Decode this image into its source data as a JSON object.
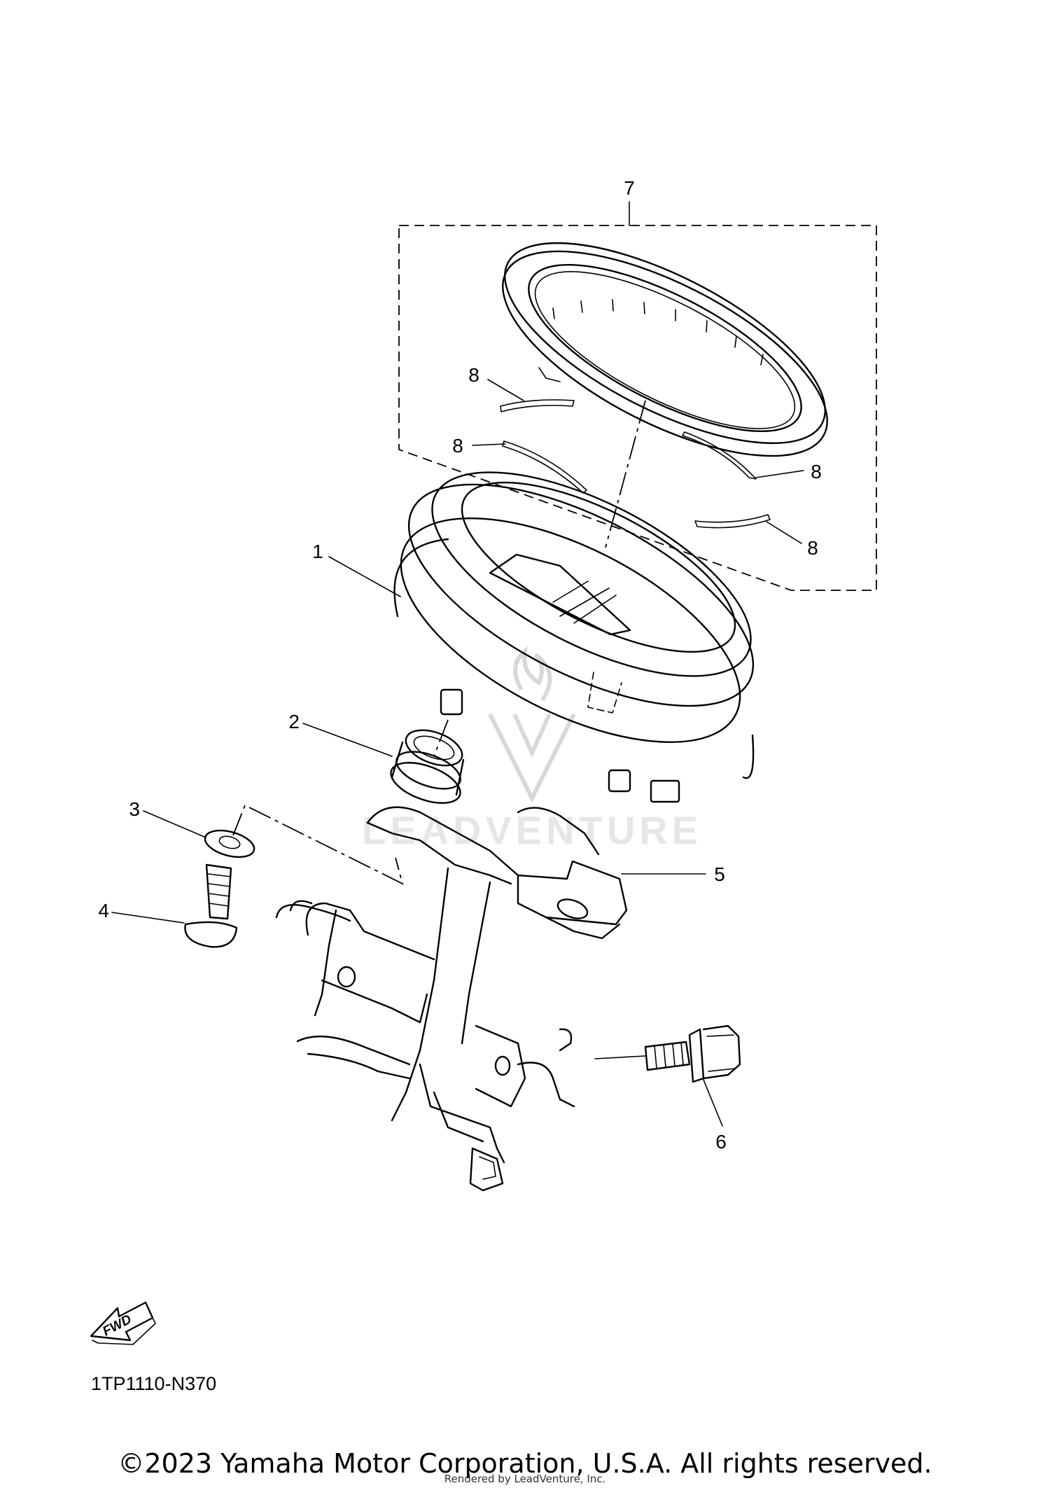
{
  "diagram_code": "1TP1110-N370",
  "fwd_label": "FWD",
  "copyright": "©2023 Yamaha Motor Corporation, U.S.A. All rights reserved.",
  "rendered_by": "Rendered by LeadVenture, Inc.",
  "watermark": "LEADVENTURE",
  "callouts": {
    "c1": "1",
    "c2": "2",
    "c3": "3",
    "c4": "4",
    "c5": "5",
    "c6": "6",
    "c7": "7",
    "c8a": "8",
    "c8b": "8",
    "c8c": "8",
    "c8d": "8"
  }
}
